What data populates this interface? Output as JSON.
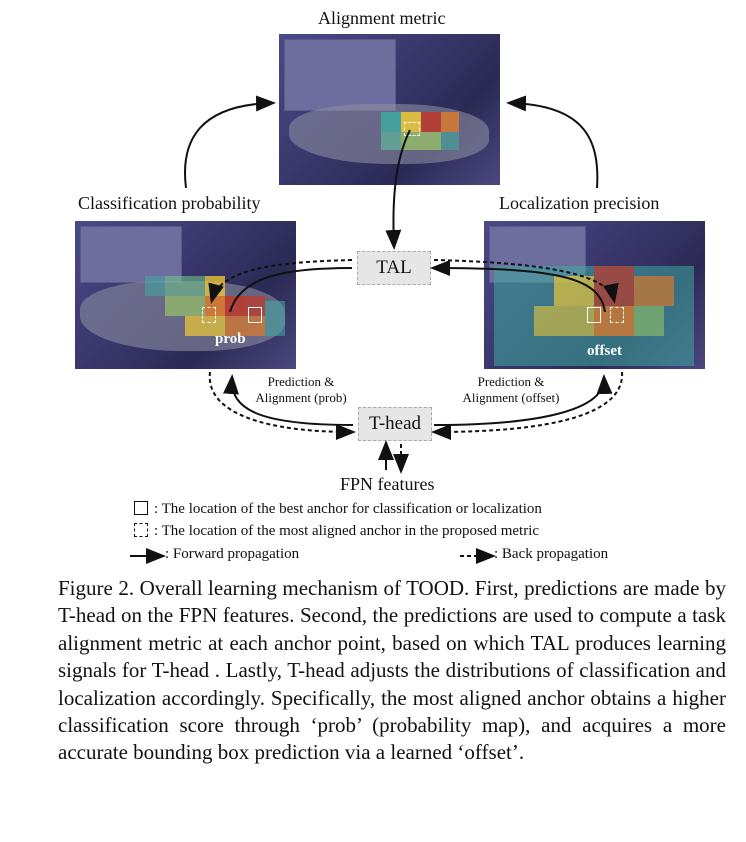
{
  "labels": {
    "alignment_metric": "Alignment metric",
    "classification_probability": "Classification probability",
    "localization_precision": "Localization precision",
    "fpn_features": "FPN features",
    "prob": "prob",
    "offset": "offset",
    "pred_align_prob_1": "Prediction &",
    "pred_align_prob_2": "Alignment (prob)",
    "pred_align_offset_1": "Prediction &",
    "pred_align_offset_2": "Alignment (offset)"
  },
  "nodes": {
    "tal": "TAL",
    "thead": "T-head"
  },
  "legend": {
    "solid_box": ": The location of the best anchor for classification or localization",
    "dashed_box": ": The location of the most aligned anchor in the proposed metric",
    "forward": ": Forward propagation",
    "backward": ": Back propagation"
  },
  "caption": "Figure 2. Overall learning mechanism of TOOD. First, predictions are made by T-head on the FPN features. Second, the predictions are used to compute a task alignment metric at each anchor point, based on which TAL produces learning signals for T-head . Lastly, T-head adjusts the distributions of classification and localization accordingly. Specifically, the most aligned anchor obtains a higher classification score through ‘prob’ (probability map), and acquires a more accurate bounding box prediction via a learned ‘offset’.",
  "colors": {
    "background": "#ffffff",
    "node_fill": "#e6e6e6",
    "panel_tint": "#3c3a70",
    "heat_low": "#3fa9a0",
    "heat_mid": "#e8c43a",
    "heat_high": "#c0392b"
  }
}
